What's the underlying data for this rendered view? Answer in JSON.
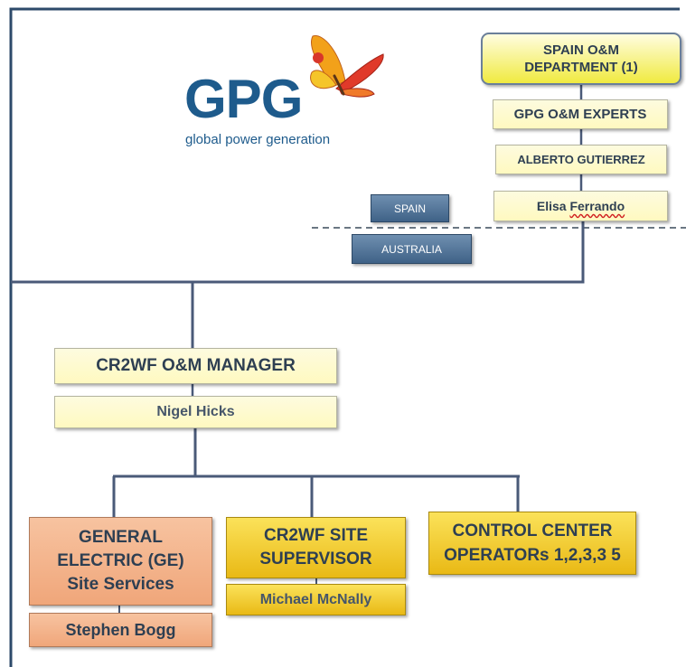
{
  "logo": {
    "text": "GPG",
    "tagline": "global power generation"
  },
  "spain_dept": {
    "title_line1": "SPAIN O&M",
    "title_line2": "DEPARTMENT (1)",
    "experts": "GPG O&M EXPERTS",
    "person1": "ALBERTO GUTIERREZ",
    "person2_first": "Elisa ",
    "person2_last": "Ferrando"
  },
  "regions": {
    "spain": "SPAIN",
    "australia": "AUSTRALIA"
  },
  "manager": {
    "title": "CR2WF O&M MANAGER",
    "name": "Nigel Hicks"
  },
  "ge": {
    "line1": "GENERAL",
    "line2": "ELECTRIC (GE)",
    "line3": "Site Services",
    "name": "Stephen Bogg"
  },
  "supervisor": {
    "line1": "CR2WF SITE",
    "line2": "SUPERVISOR",
    "name": "Michael McNally"
  },
  "control_center": {
    "line1": "CONTROL CENTER",
    "line2": "OPERATORs 1,2,3,3 5"
  },
  "colors": {
    "frame": "#2d4a6a",
    "brand_blue": "#1e5b8c",
    "box_yellow_light": "#fff9c0",
    "box_gold": "#f1c61f",
    "box_salmon": "#f3b38a",
    "button_blue": "#4f7399"
  }
}
